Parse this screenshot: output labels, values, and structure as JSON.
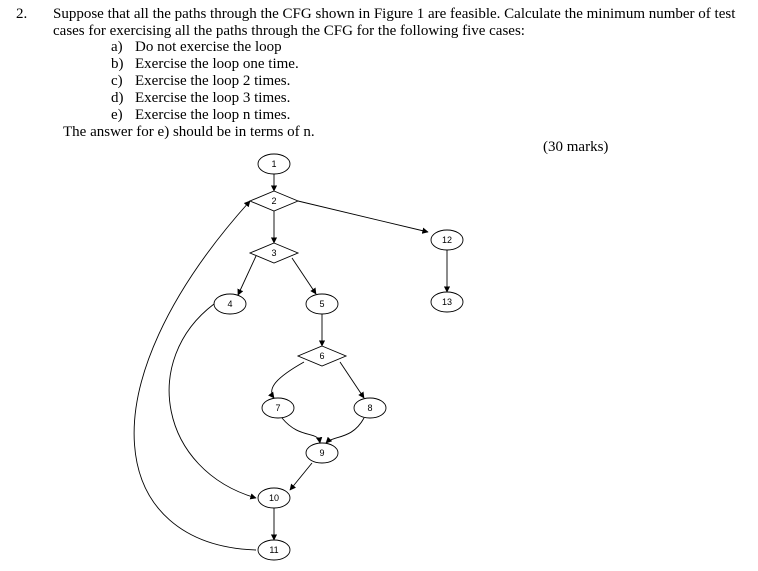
{
  "question": {
    "number": "2.",
    "text": "Suppose that all the paths through the CFG shown in Figure 1 are feasible. Calculate the minimum number of test cases for exercising all the paths through the CFG for the following five cases:",
    "cases": [
      {
        "label": "a)",
        "text": "Do not exercise the loop"
      },
      {
        "label": "b)",
        "text": "Exercise the loop one time."
      },
      {
        "label": "c)",
        "text": "Exercise the loop 2 times."
      },
      {
        "label": "d)",
        "text": "Exercise the loop 3 times."
      },
      {
        "label": "e)",
        "text": "Exercise the loop n times."
      }
    ],
    "note": "The answer for e) should be in terms of n.",
    "marks": "(30 marks)"
  },
  "cfg": {
    "nodes": [
      {
        "id": "1",
        "label": "1",
        "shape": "ellipse"
      },
      {
        "id": "2",
        "label": "2",
        "shape": "diamond"
      },
      {
        "id": "3",
        "label": "3",
        "shape": "diamond"
      },
      {
        "id": "4",
        "label": "4",
        "shape": "ellipse"
      },
      {
        "id": "5",
        "label": "5",
        "shape": "ellipse"
      },
      {
        "id": "6",
        "label": "6",
        "shape": "diamond"
      },
      {
        "id": "7",
        "label": "7",
        "shape": "ellipse"
      },
      {
        "id": "8",
        "label": "8",
        "shape": "ellipse"
      },
      {
        "id": "9",
        "label": "9",
        "shape": "ellipse"
      },
      {
        "id": "10",
        "label": "10",
        "shape": "ellipse"
      },
      {
        "id": "11",
        "label": "11",
        "shape": "ellipse"
      },
      {
        "id": "12",
        "label": "12",
        "shape": "ellipse"
      },
      {
        "id": "13",
        "label": "13",
        "shape": "ellipse"
      }
    ],
    "edges": [
      [
        "1",
        "2"
      ],
      [
        "2",
        "3"
      ],
      [
        "2",
        "12"
      ],
      [
        "12",
        "13"
      ],
      [
        "3",
        "4"
      ],
      [
        "3",
        "5"
      ],
      [
        "5",
        "6"
      ],
      [
        "6",
        "7"
      ],
      [
        "6",
        "8"
      ],
      [
        "7",
        "9"
      ],
      [
        "8",
        "9"
      ],
      [
        "9",
        "10"
      ],
      [
        "4",
        "10"
      ],
      [
        "10",
        "11"
      ],
      [
        "11",
        "2"
      ]
    ]
  }
}
